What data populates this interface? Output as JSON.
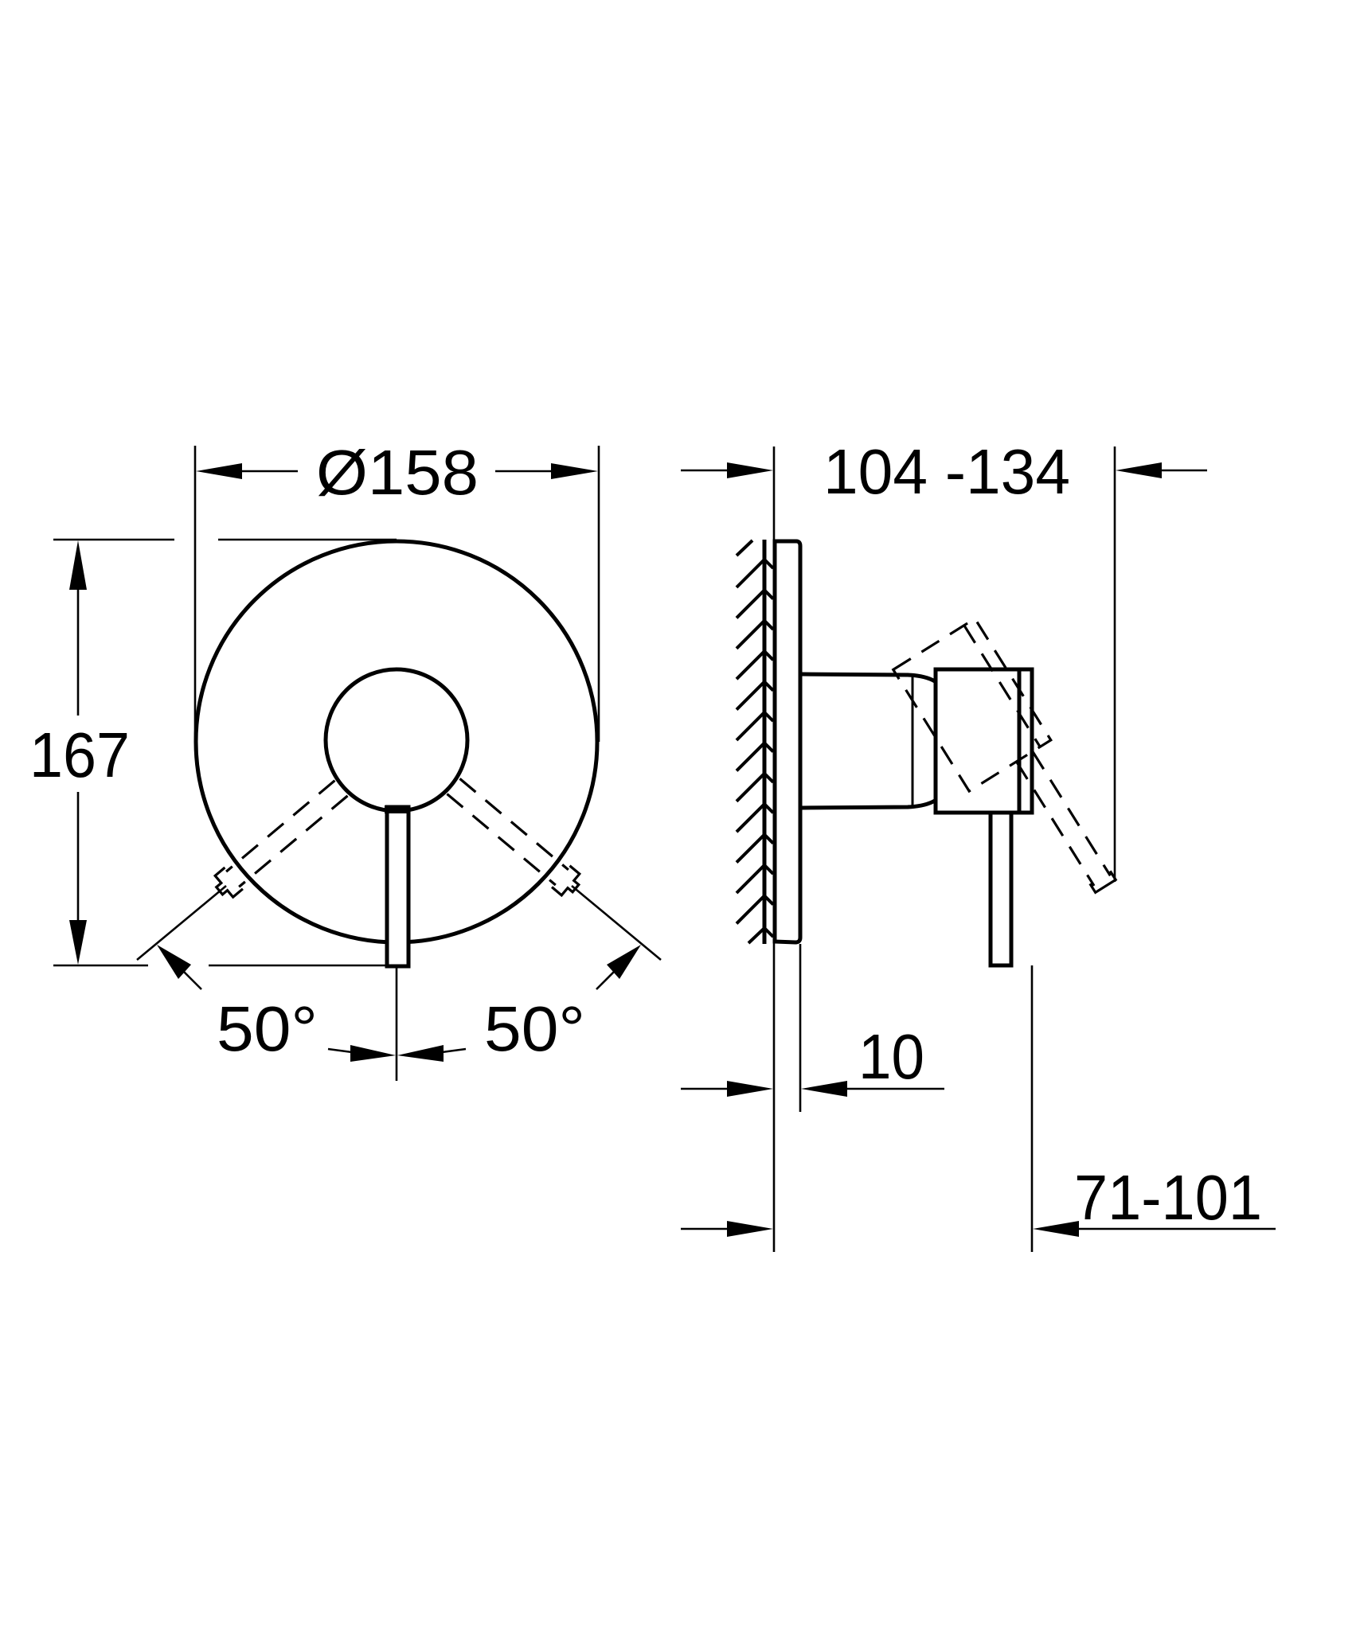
{
  "drawing": {
    "background": "#ffffff",
    "line_color": "#000000",
    "front_view": {
      "diameter_label": "Ø158",
      "height_label": "167",
      "angle_left_label": "50°",
      "angle_right_label": "50°",
      "lever_rotation_deg": 50
    },
    "side_view": {
      "projection_label": "104 -134",
      "plate_thickness_label": "10",
      "lever_offset_label": "71-101",
      "lever_rotation_deg": -32
    }
  }
}
